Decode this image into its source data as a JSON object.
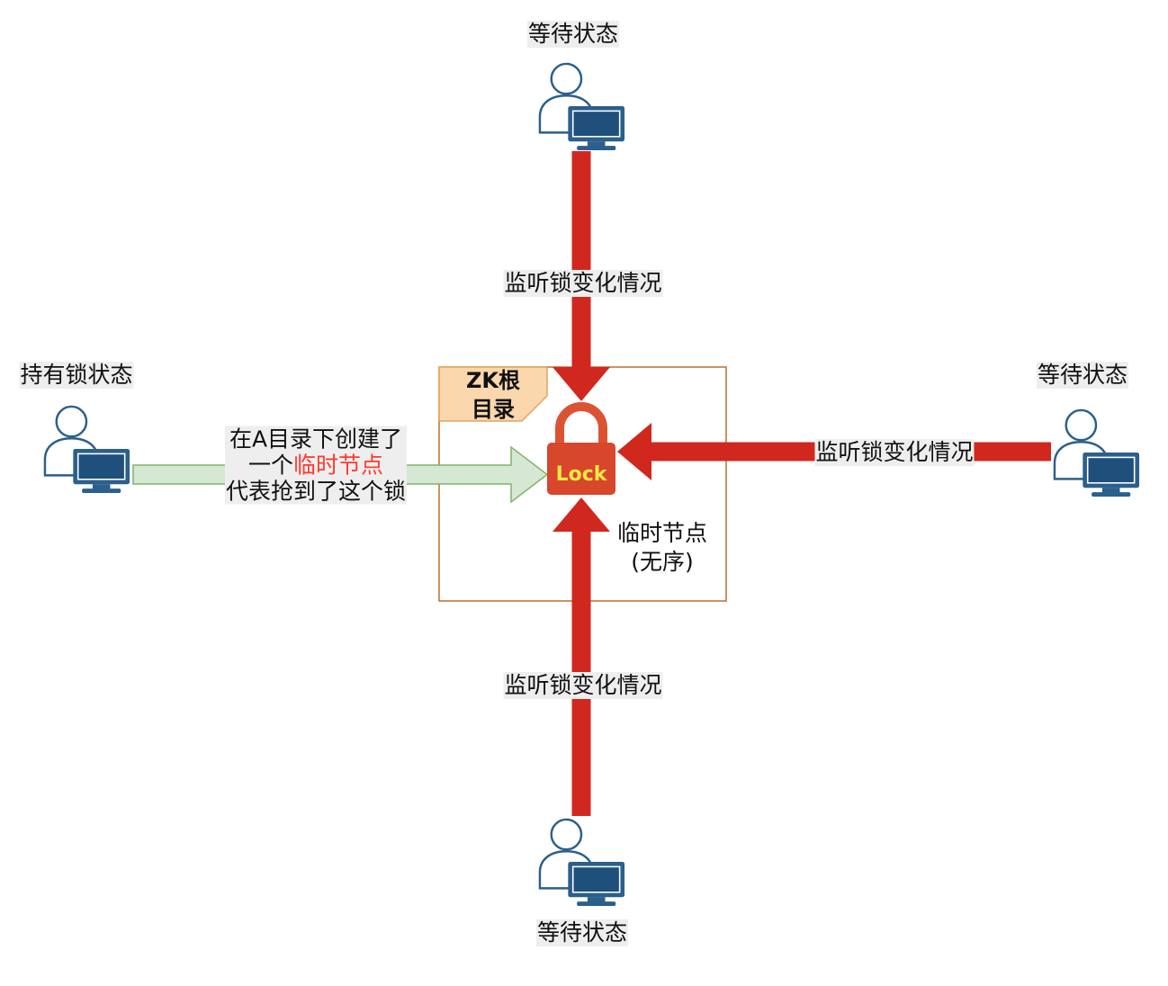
{
  "diagram": {
    "clients": {
      "top": {
        "state_label": "等待状态",
        "icon": "user-computer-icon"
      },
      "left": {
        "state_label": "持有锁状态",
        "icon": "user-computer-icon"
      },
      "right": {
        "state_label": "等待状态",
        "icon": "user-computer-icon"
      },
      "bottom": {
        "state_label": "等待状态",
        "icon": "user-computer-icon"
      }
    },
    "edges": {
      "top_watch_label": "监听锁变化情况",
      "right_watch_label": "监听锁变化情况",
      "bottom_watch_label": "监听锁变化情况",
      "create_label": {
        "line1": "在A目录下创建了",
        "line2_prefix": "一个",
        "line2_highlight": "临时节点",
        "line3": "代表抢到了这个锁"
      }
    },
    "zk_root": {
      "line1": "ZK根",
      "line2": "目录"
    },
    "lock": {
      "label": "Lock",
      "icon": "padlock-icon"
    },
    "ephemeral_node": {
      "line1": "临时节点",
      "line2": "(无序)"
    }
  },
  "colors": {
    "watch_arrow": "#d0281e",
    "create_arrow_fill": "#d5e8d4",
    "create_arrow_stroke": "#82b366",
    "zk_root_border": "#c07a36",
    "zk_root_tab_fill": "#fad7ac",
    "zk_root_tab_stroke": "#e3a35f",
    "lock_body": "#d8462b",
    "lock_shackle": "#dc5334",
    "lock_text": "#f7ea45",
    "highlight_text": "#ff3b30",
    "client_icon": "#2b5f8c",
    "label_background": "#eeeeee"
  }
}
